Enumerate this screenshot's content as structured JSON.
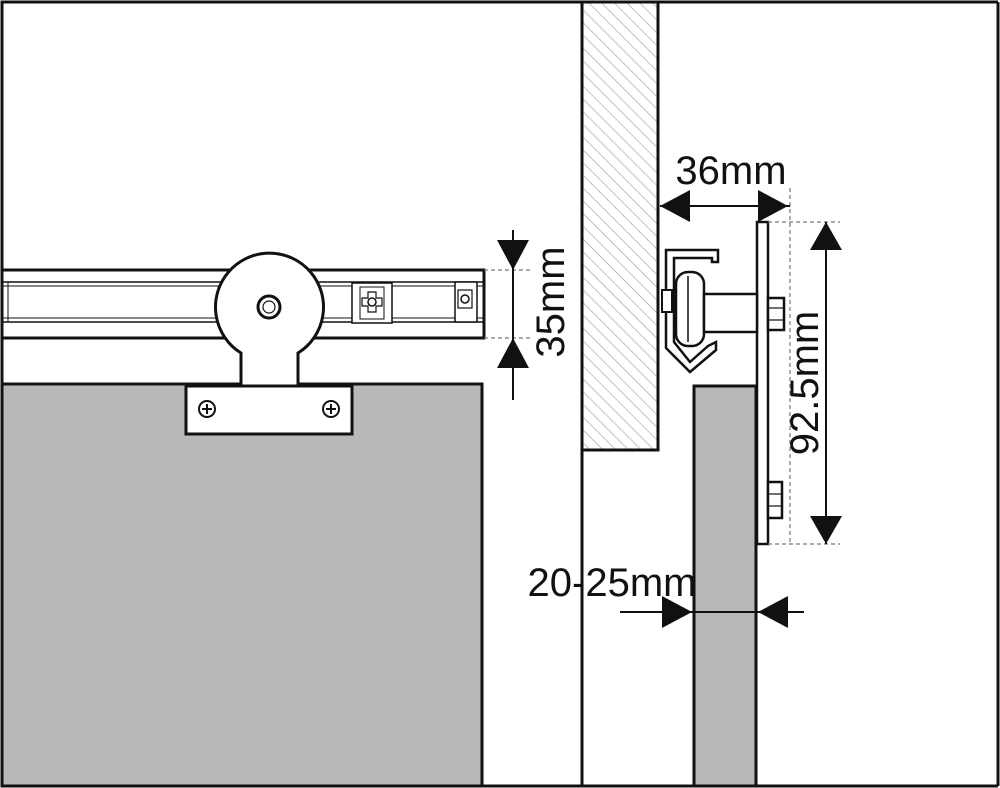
{
  "dimensions": {
    "rail_height": "35mm",
    "wall_offset": "36mm",
    "hanger_height": "92.5mm",
    "door_thickness": "20-25mm"
  },
  "colors": {
    "line": "#111111",
    "door_fill": "#b8b8b8",
    "hatch": "#9a9a9a",
    "background": "#ffffff"
  }
}
